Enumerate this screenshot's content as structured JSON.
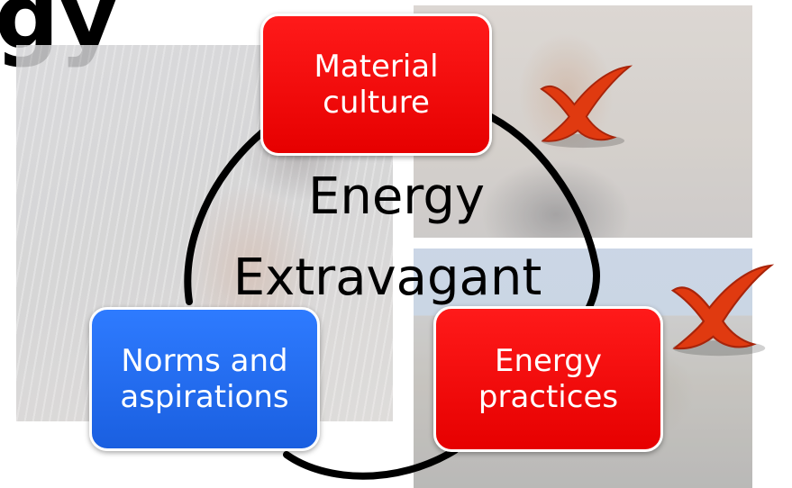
{
  "header": {
    "clipped_title_fragment": "gy"
  },
  "diagram": {
    "center_label_line1": "Energy",
    "center_label_line2": "Extravagant",
    "nodes": [
      {
        "label_line1": "Material",
        "label_line2": "culture",
        "color": "#f20000",
        "crossed_out": true
      },
      {
        "label_line1": "Norms and",
        "label_line2": "aspirations",
        "color": "#2468f0",
        "crossed_out": false
      },
      {
        "label_line1": "Energy",
        "label_line2": "practices",
        "color": "#f20000",
        "crossed_out": true
      }
    ],
    "connector_color": "#000000",
    "cross_mark_color": "#e03a10"
  }
}
